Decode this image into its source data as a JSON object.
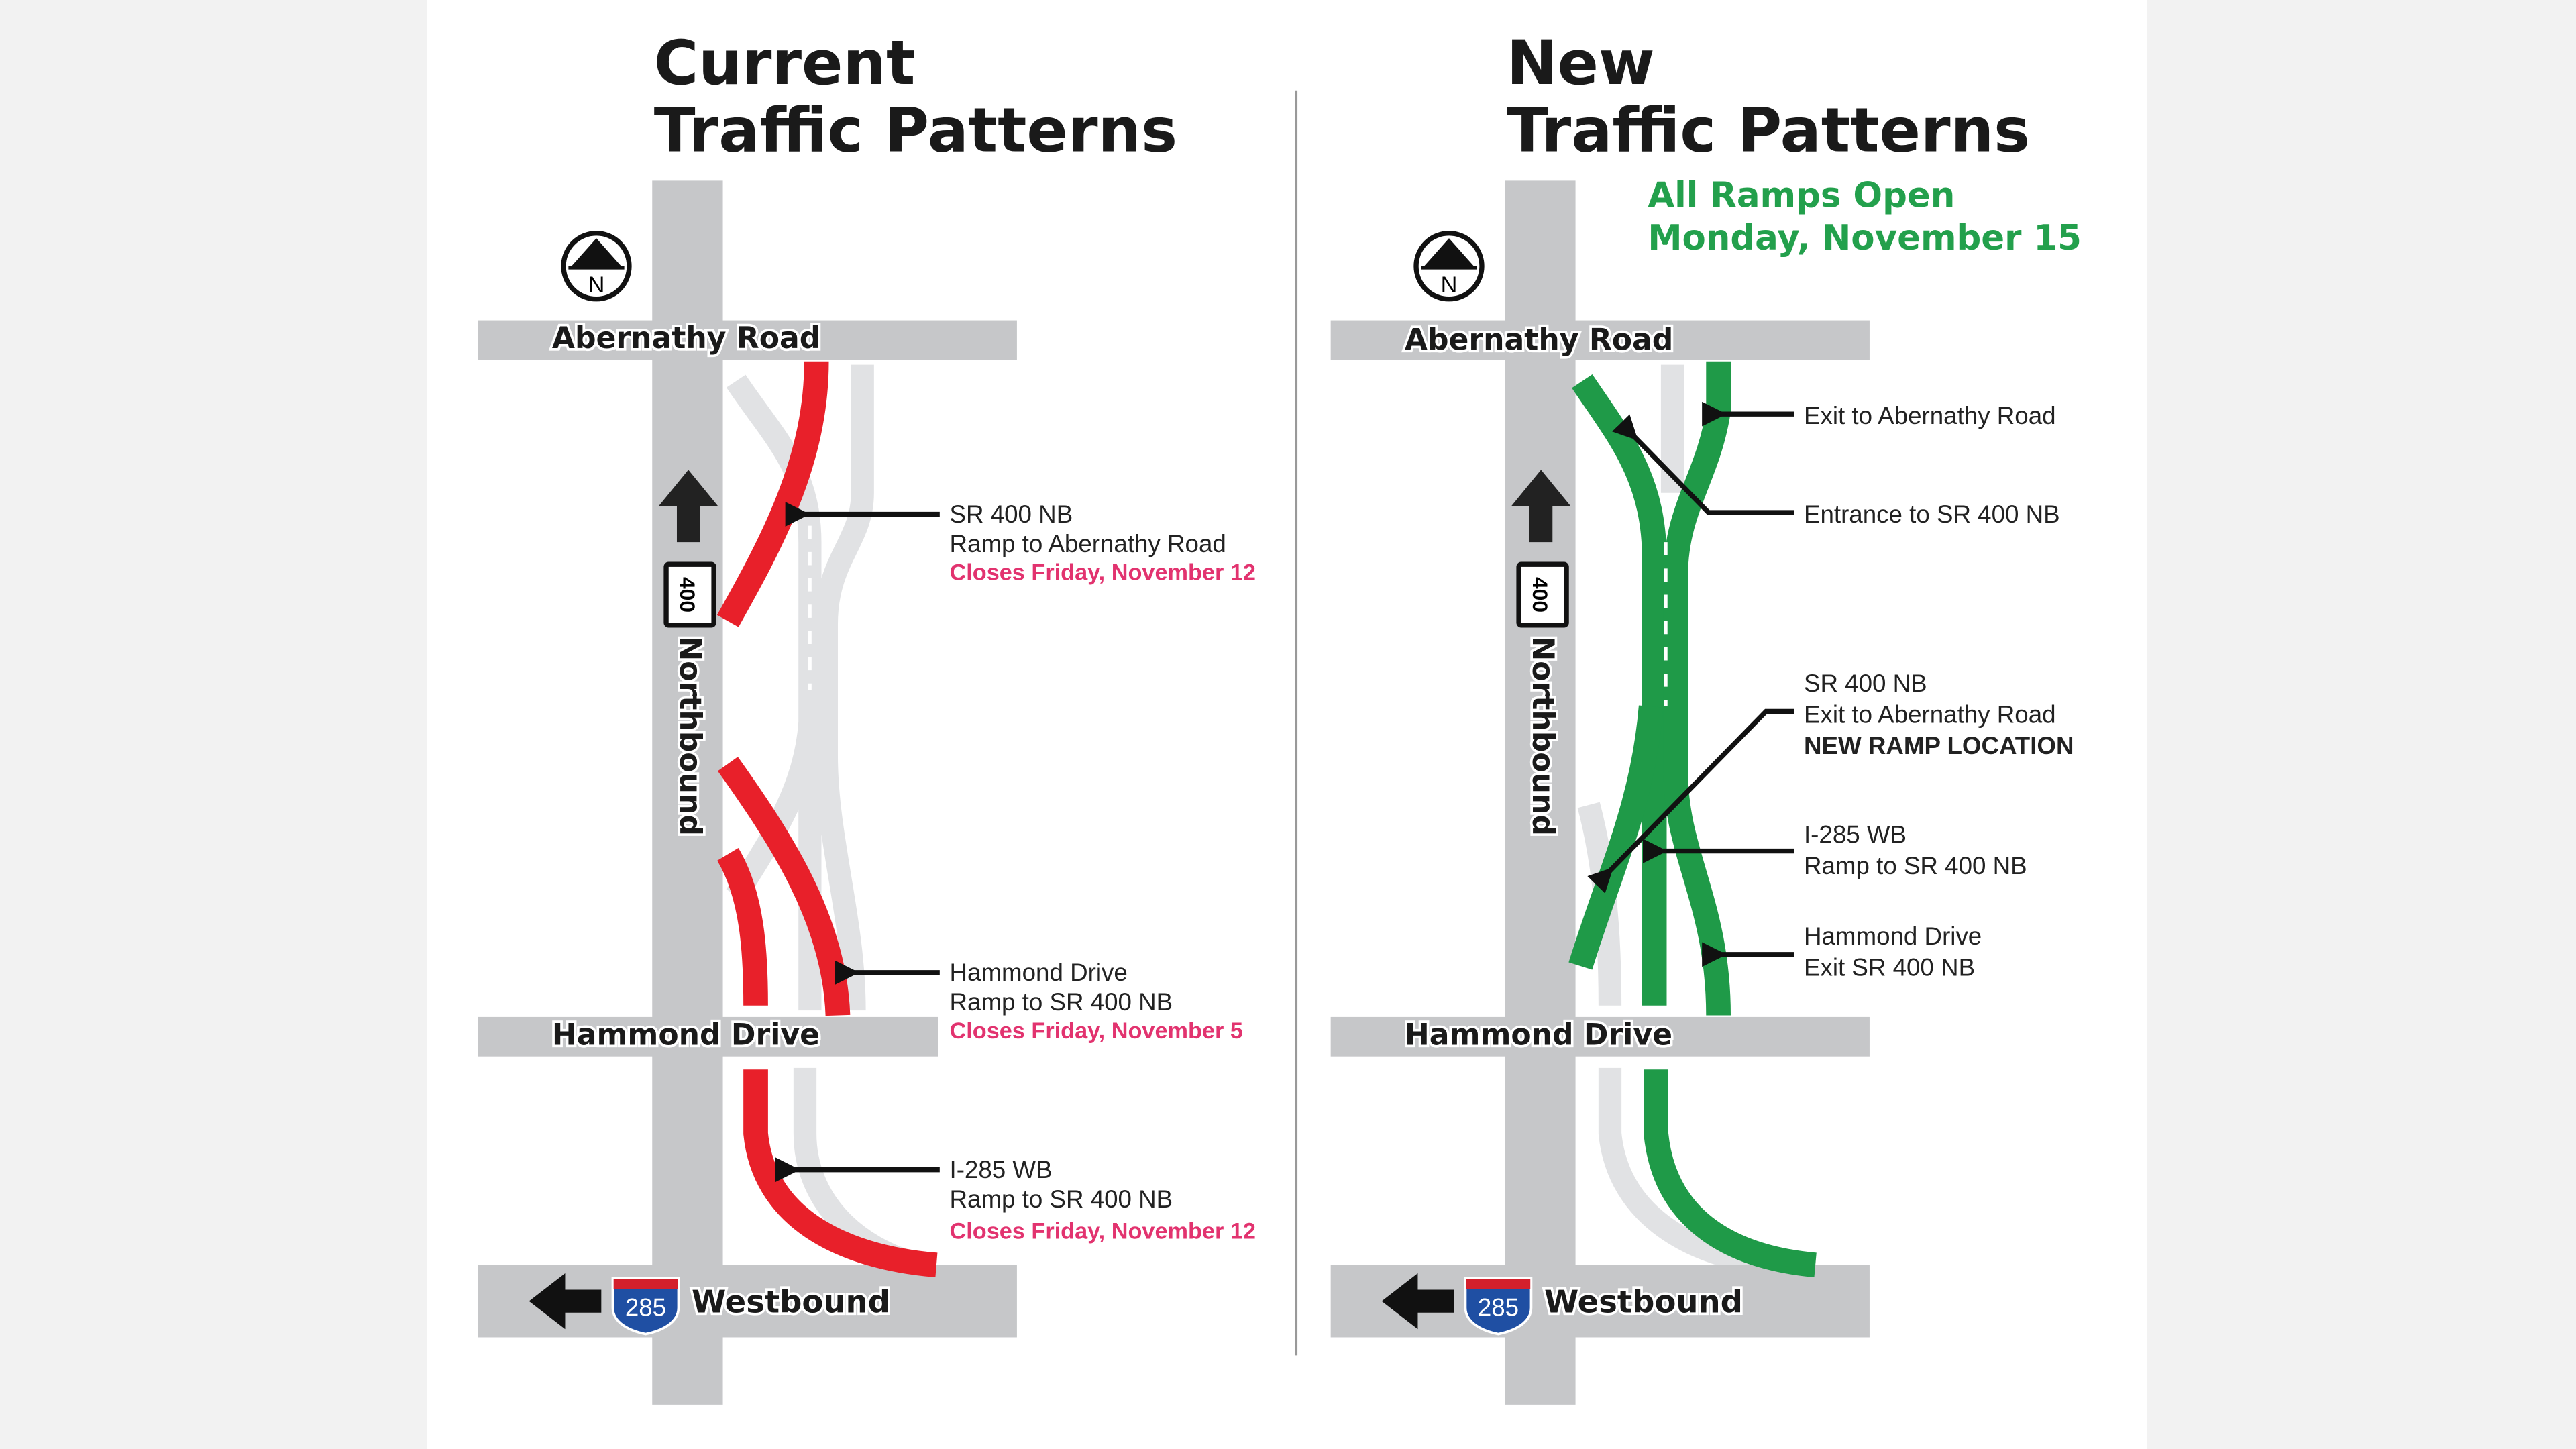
{
  "colors": {
    "closed_ramp": "#e8202a",
    "open_ramp": "#1f9a48",
    "closing_text": "#e2336f",
    "status_text": "#23a04c",
    "road": "#c6c7c9"
  },
  "current": {
    "title_line1": "Current",
    "title_line2": "Traffic Patterns",
    "roads": {
      "abernathy": "Abernathy Road",
      "hammond": "Hammond Drive",
      "westbound": "Westbound",
      "northbound": "Northbound",
      "sr_shield": "400",
      "i_shield": "285"
    },
    "callouts": [
      {
        "line1": "SR 400 NB",
        "line2": "Ramp to Abernathy Road",
        "closes": "Closes Friday, November 12"
      },
      {
        "line1": "Hammond Drive",
        "line2": "Ramp to SR 400 NB",
        "closes": "Closes Friday, November 5"
      },
      {
        "line1": "I-285 WB",
        "line2": "Ramp to SR 400 NB",
        "closes": "Closes Friday, November 12"
      }
    ]
  },
  "new": {
    "title_line1": "New",
    "title_line2": "Traffic Patterns",
    "status_line1": "All Ramps Open",
    "status_line2": "Monday, November 15",
    "roads": {
      "abernathy": "Abernathy Road",
      "hammond": "Hammond Drive",
      "westbound": "Westbound",
      "northbound": "Northbound",
      "sr_shield": "400",
      "i_shield": "285"
    },
    "callouts": [
      {
        "line1": "Exit to Abernathy Road"
      },
      {
        "line1": "Entrance to SR 400 NB"
      },
      {
        "line1": "SR 400 NB",
        "line2": "Exit to Abernathy Road",
        "line3": "NEW RAMP LOCATION"
      },
      {
        "line1": "I-285 WB",
        "line2": "Ramp to SR 400 NB"
      },
      {
        "line1": "Hammond Drive",
        "line2": "Exit SR 400 NB"
      }
    ]
  },
  "icons": [
    "north-compass-icon",
    "northbound-arrow-icon",
    "sr-400-shield-icon",
    "i-285-shield-icon",
    "westbound-arrow-icon"
  ]
}
